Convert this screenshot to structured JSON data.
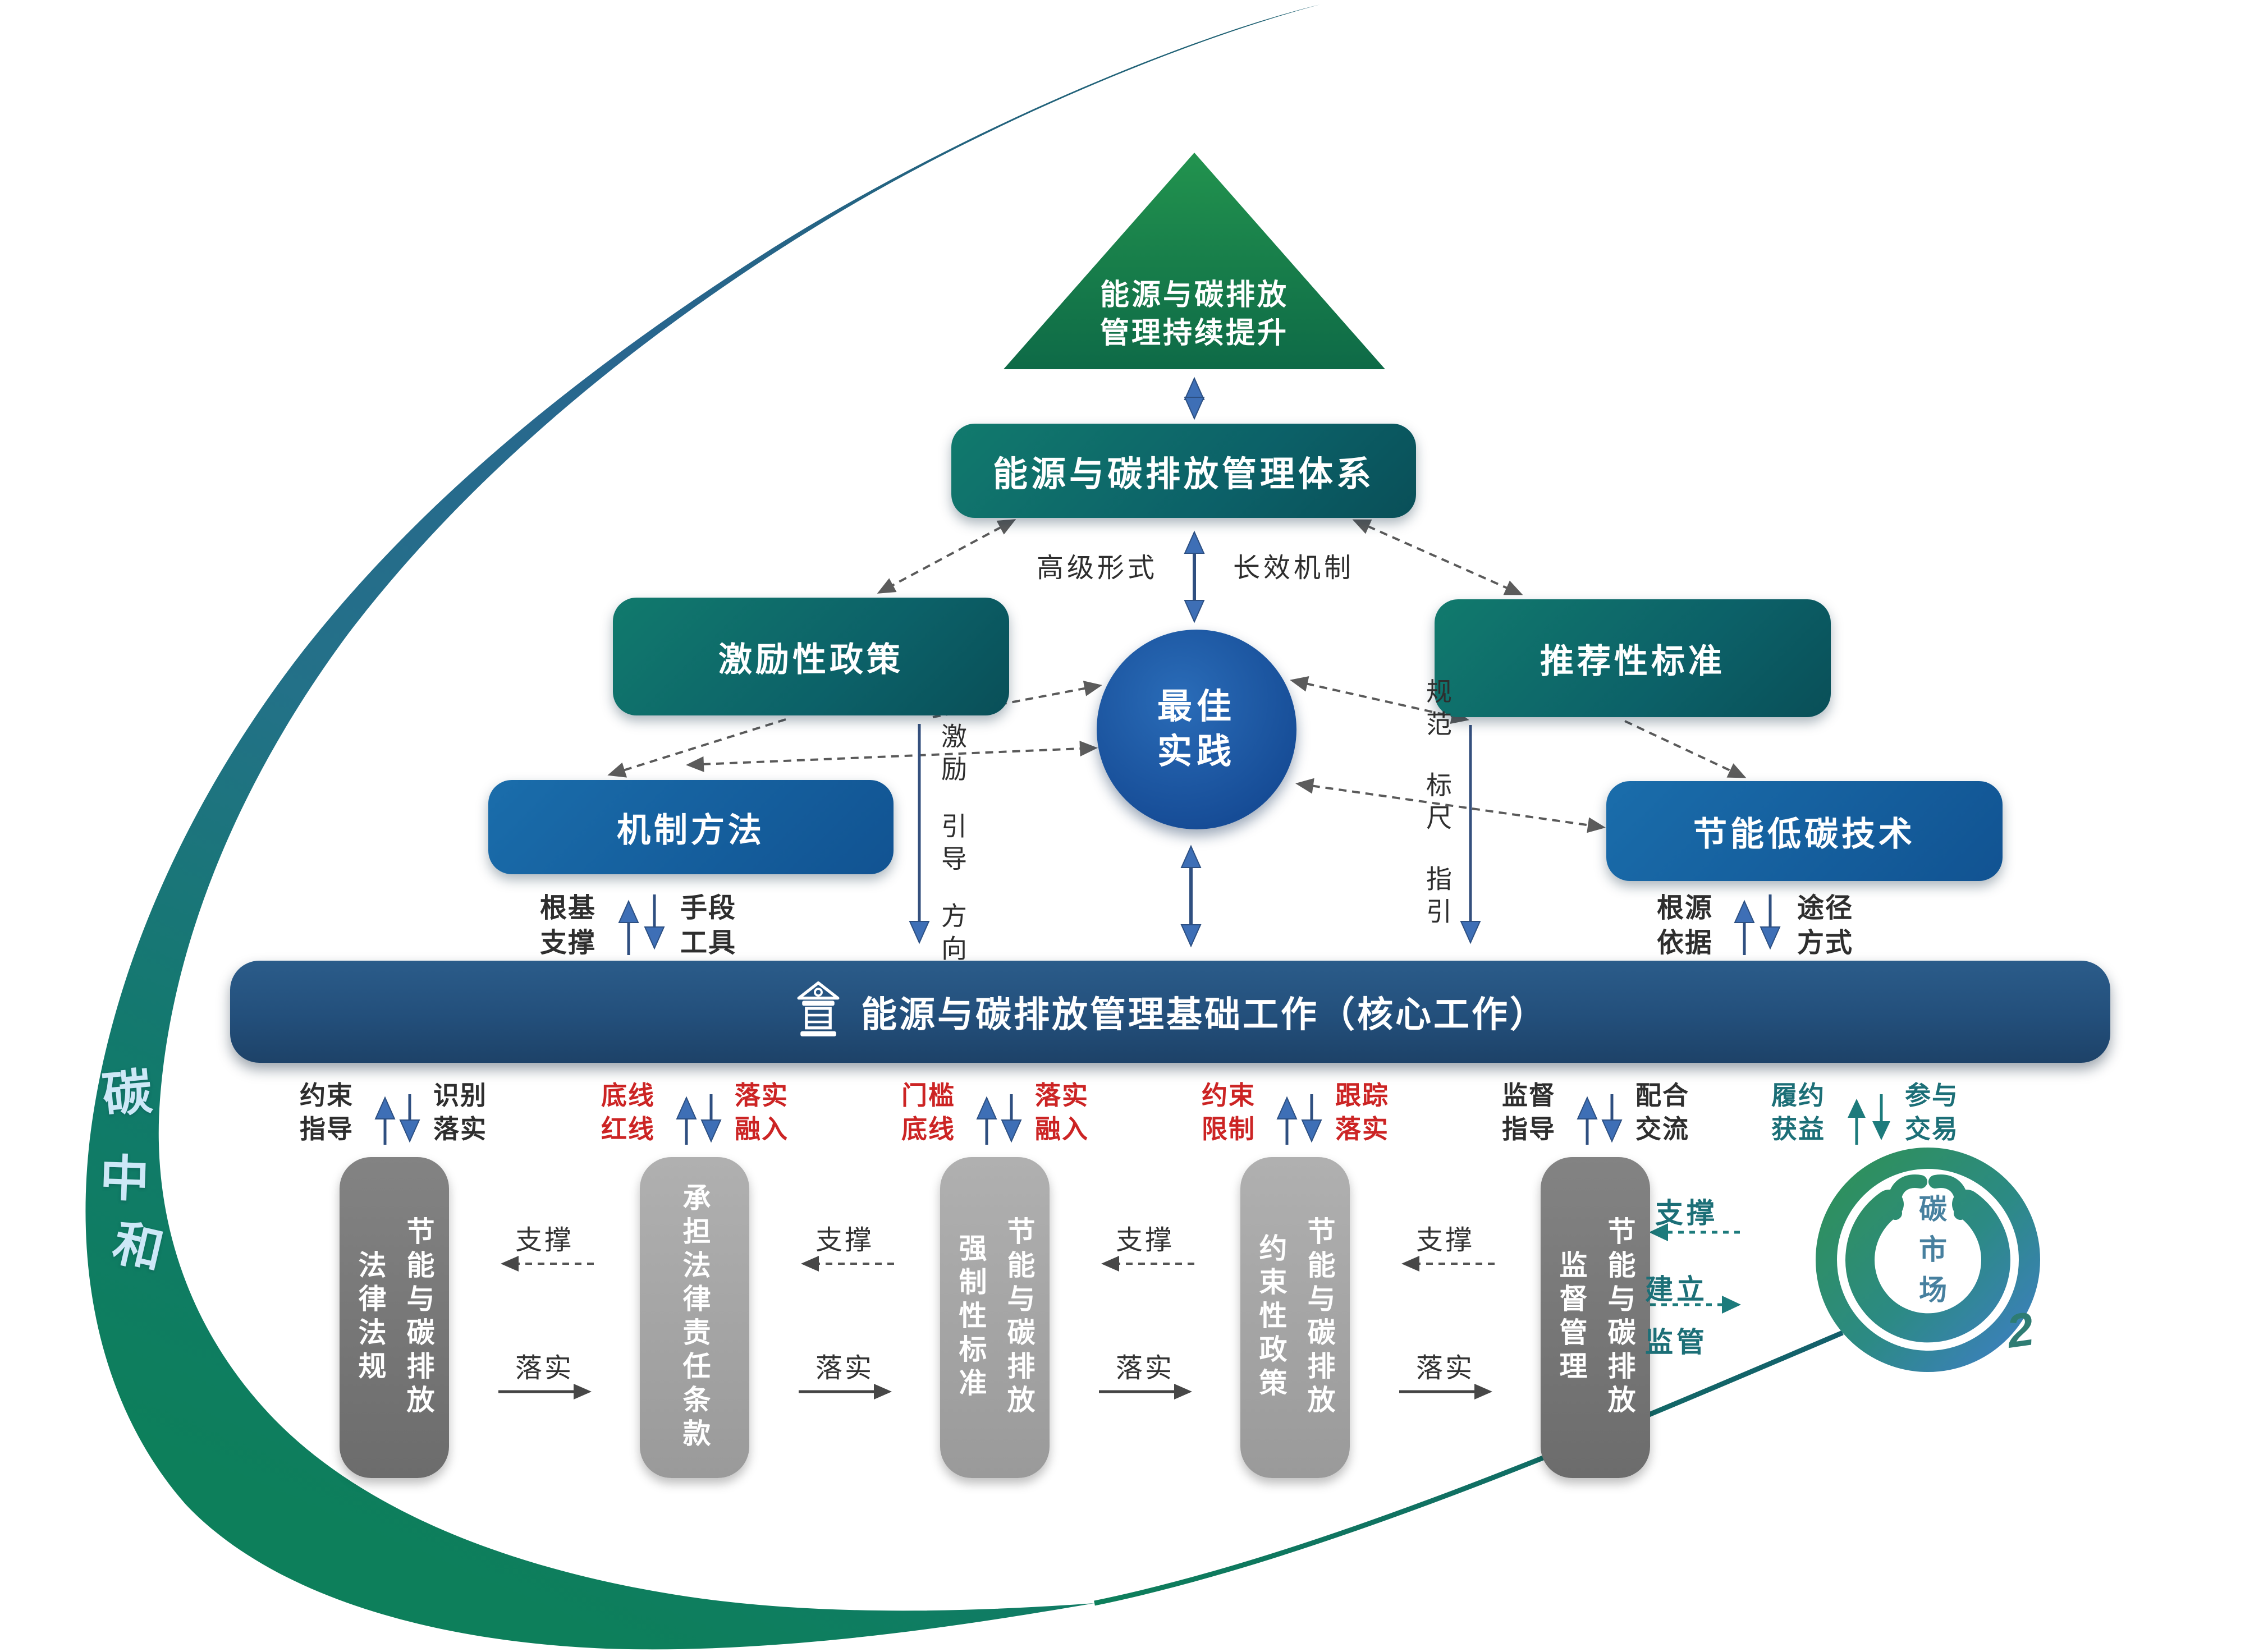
{
  "colors": {
    "teal_box": "#0d6e6a",
    "blue_box": "#14659f",
    "banner_blue": "#25527c",
    "triangle_green": "#188c4c",
    "circle_blue": "#1c55a0",
    "red_text": "#cc2424",
    "teal_text": "#1c6f77",
    "pillar_dark": "#767676",
    "pillar_light": "#a9a9a9",
    "swoosh_blue": "#29668f",
    "swoosh_green": "#0d7f5b"
  },
  "pyramid": {
    "label": "能源与碳排放\n管理持续提升"
  },
  "system": {
    "label": "能源与碳排放管理体系"
  },
  "mid_labels": {
    "advanced": "高级形式",
    "long_term": "长效机制"
  },
  "incentive": {
    "label": "激励性政策"
  },
  "recommend": {
    "label": "推荐性标准"
  },
  "best": {
    "label": "最佳\n实践"
  },
  "mechanism": {
    "label": "机制方法",
    "pair_left": "根基\n支撑",
    "pair_right": "手段\n工具"
  },
  "tech": {
    "label": "节能低碳技术",
    "pair_left": "根源\n依据",
    "pair_right": "途径\n方式"
  },
  "guide_left": {
    "words": [
      "激励",
      "引导",
      "方向"
    ]
  },
  "guide_right": {
    "words": [
      "规范",
      "标尺",
      "指引"
    ]
  },
  "banner": {
    "label": "能源与碳排放管理基础工作（核心工作）",
    "icon": "building-icon"
  },
  "pairs": [
    {
      "left": "约束\n指导",
      "right": "识别\n落实",
      "tone": "dark"
    },
    {
      "left": "底线\n红线",
      "right": "落实\n融入",
      "tone": "red"
    },
    {
      "left": "门槛\n底线",
      "right": "落实\n融入",
      "tone": "red"
    },
    {
      "left": "约束\n限制",
      "right": "跟踪\n落实",
      "tone": "red"
    },
    {
      "left": "监督\n指导",
      "right": "配合\n交流",
      "tone": "dark"
    },
    {
      "left": "履约\n获益",
      "right": "参与\n交易",
      "tone": "teal"
    }
  ],
  "pillars": [
    {
      "label": "节能与碳排放\n法律法规",
      "tone": "dark"
    },
    {
      "label": "承担法律责任条款",
      "tone": "light"
    },
    {
      "label": "节能与碳排放\n强制性标准",
      "tone": "light"
    },
    {
      "label": "节能与碳排放\n约束性政策",
      "tone": "light"
    },
    {
      "label": "节能与碳排放\n监督管理",
      "tone": "dark"
    }
  ],
  "gap_links": {
    "support": "支撑",
    "implement": "落实"
  },
  "market": {
    "support": "支撑",
    "establish": "建立",
    "supervise": "监管",
    "label": "碳市场",
    "subscript": "2"
  },
  "watermark": {
    "chars": [
      "碳",
      "中",
      "和"
    ]
  }
}
